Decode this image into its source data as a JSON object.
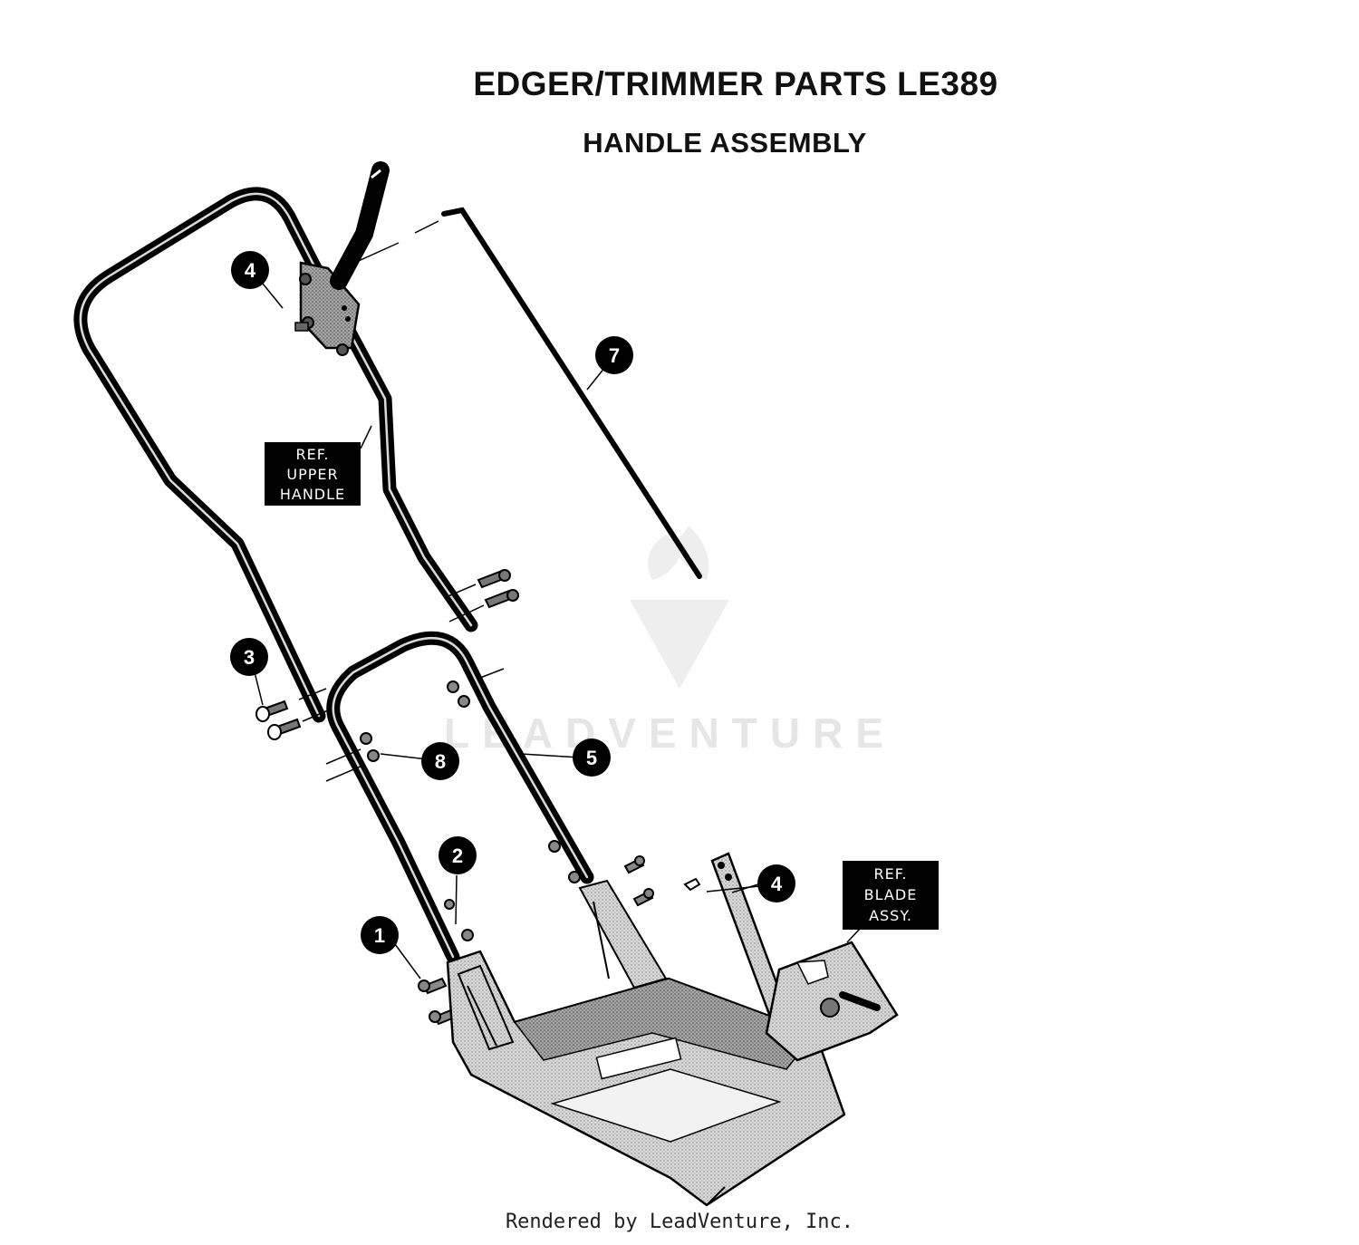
{
  "title": "EDGER/TRIMMER  PARTS LE389",
  "subtitle": "HANDLE ASSEMBLY",
  "footer": "Rendered by LeadVenture, Inc.",
  "watermark": "LEADVENTURE",
  "callouts": [
    "4",
    "7",
    "3",
    "8",
    "5",
    "2",
    "1",
    "4"
  ],
  "ref_upper_handle": [
    "REF.",
    "UPPER",
    "HANDLE"
  ],
  "ref_blade_assy": [
    "REF.",
    "BLADE",
    "ASSY."
  ]
}
